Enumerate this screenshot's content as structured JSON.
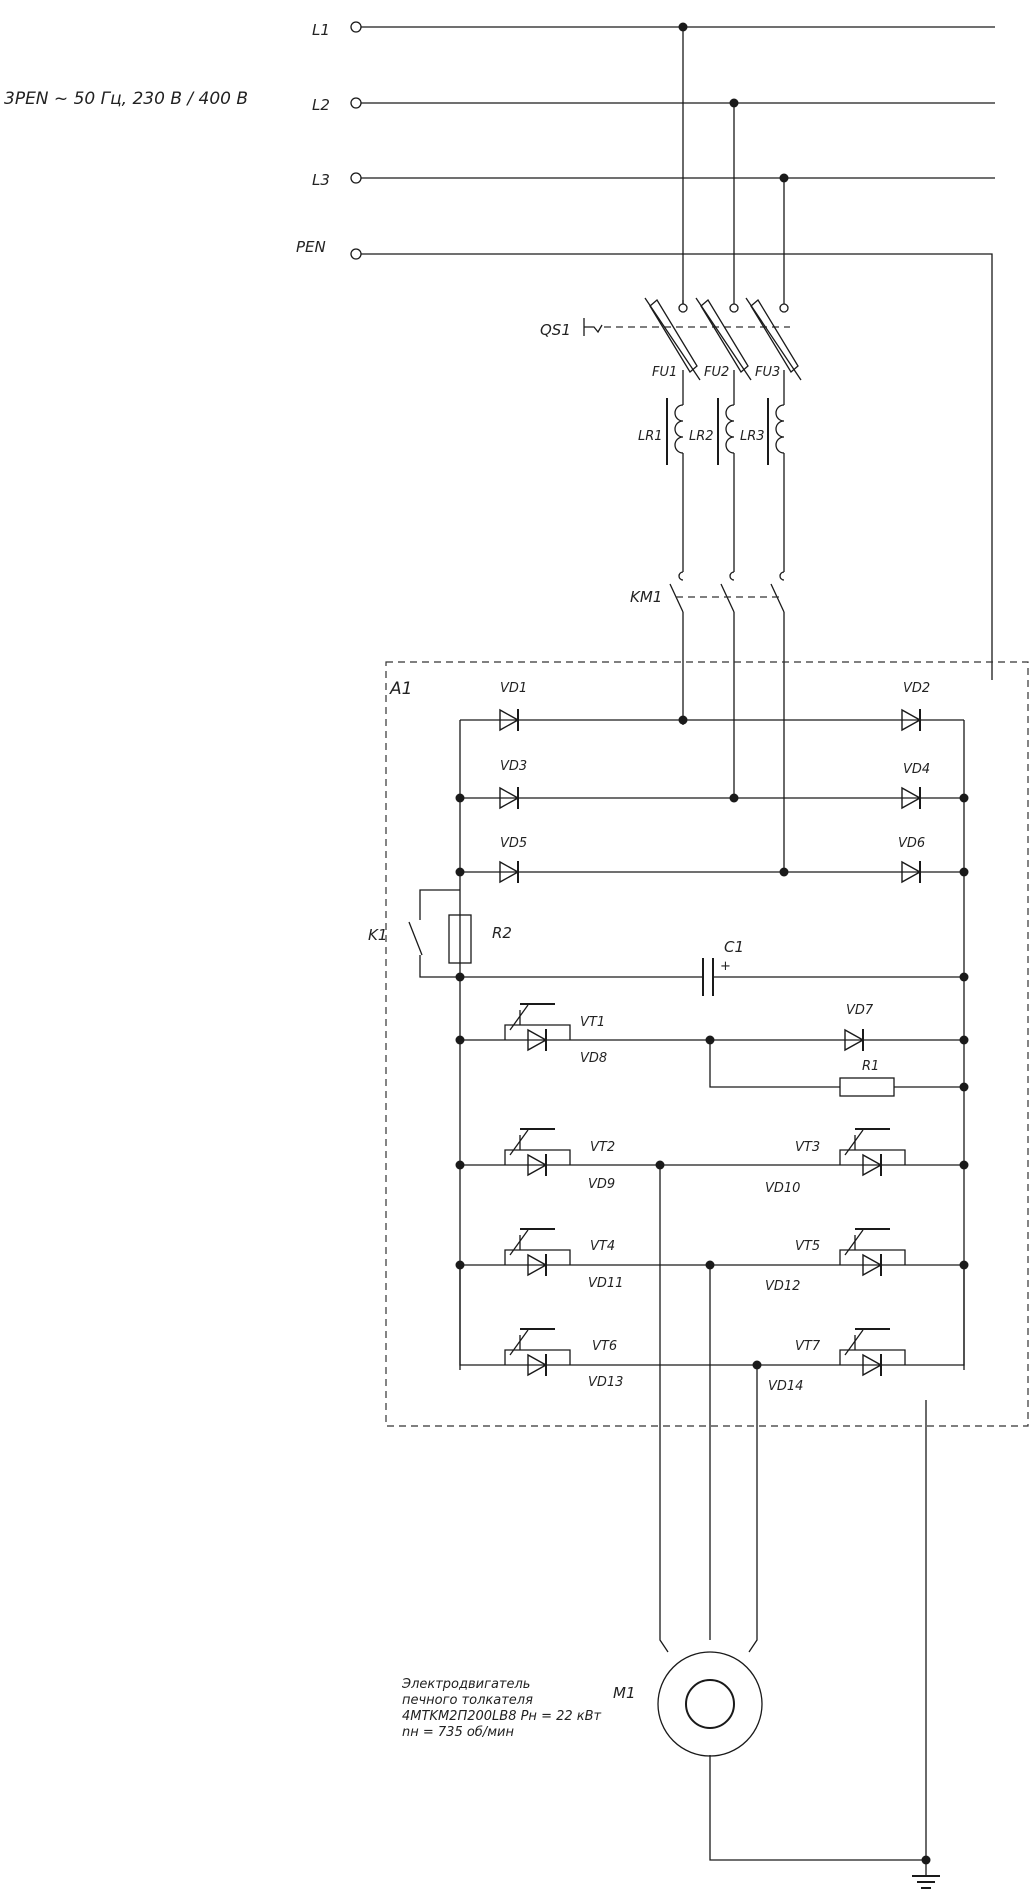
{
  "supply": {
    "description": "3PEN ~ 50 Гц, 230 В / 400 В",
    "L1": "L1",
    "L2": "L2",
    "L3": "L3",
    "PEN": "PEN"
  },
  "switchgear": {
    "qs": "QS1",
    "fu1": "FU1",
    "fu2": "FU2",
    "fu3": "FU3",
    "lr1": "LR1",
    "lr2": "LR2",
    "lr3": "LR3",
    "km": "KM1"
  },
  "converter": {
    "block": "A1",
    "vd1": "VD1",
    "vd2": "VD2",
    "vd3": "VD3",
    "vd4": "VD4",
    "vd5": "VD5",
    "vd6": "VD6",
    "vd7": "VD7",
    "vd8": "VD8",
    "vd9": "VD9",
    "vd10": "VD10",
    "vd11": "VD11",
    "vd12": "VD12",
    "vd13": "VD13",
    "vd14": "VD14",
    "k1": "K1",
    "r1": "R1",
    "r2": "R2",
    "c1": "C1",
    "c1_polarity": "+",
    "vt1": "VT1",
    "vt2": "VT2",
    "vt3": "VT3",
    "vt4": "VT4",
    "vt5": "VT5",
    "vt6": "VT6",
    "vt7": "VT7"
  },
  "motor": {
    "designation": "M1",
    "line1": "Электродвигатель",
    "line2": "печного толкателя",
    "line3": "4MTKM2П200LB8 Pн = 22 кВт",
    "line4": "nн = 735 об/мин"
  }
}
